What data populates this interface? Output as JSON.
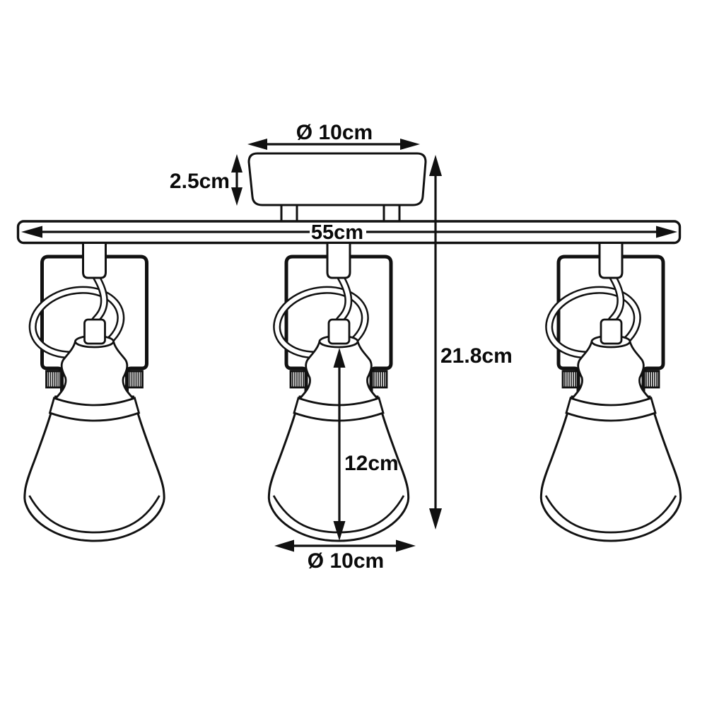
{
  "diagram": {
    "subject": "3-light ceiling spotlight bar - technical dimension drawing",
    "background_color": "#ffffff",
    "line_color": "#111111",
    "spotlight_count": 3,
    "labels": {
      "canopy_diameter": "Ø 10cm",
      "canopy_height": "2.5cm",
      "bar_length": "55cm",
      "total_height": "21.8cm",
      "shade_height": "12cm",
      "shade_diameter": "Ø 10cm"
    }
  }
}
